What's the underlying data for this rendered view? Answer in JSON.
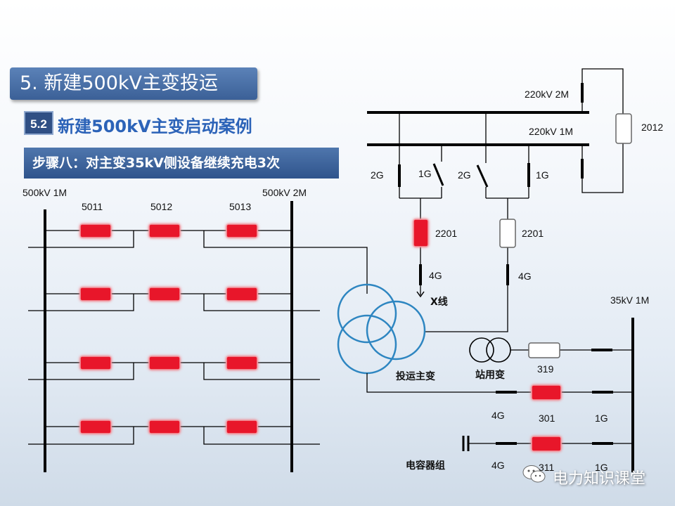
{
  "header": {
    "title": "5. 新建500kV主变投运",
    "section_number": "5.2",
    "section_title": "新建500kV主变启动案例",
    "step": "步骤八：对主变35kV侧设备继续充电3次"
  },
  "left_buses": {
    "bus1": "500kV 1M",
    "bus2": "500kV 2M",
    "breaker_cols": [
      "5011",
      "5012",
      "5013"
    ]
  },
  "upper": {
    "bus_2m": "220kV 2M",
    "bus_1m": "220kV 1M",
    "tie_breaker": "2012",
    "switch_2g_left": "2G",
    "switch_1g_left": "1G",
    "switch_2g_right": "2G",
    "switch_1g_right": "1G",
    "breaker_left": "2201",
    "breaker_right": "2201",
    "switch_4g_left": "4G",
    "switch_4g_right": "4G",
    "line_label": "X线"
  },
  "transformers": {
    "main": "投运主变",
    "station": "站用变"
  },
  "lower": {
    "bus_35kv": "35kV 1M",
    "breaker_319": "319",
    "switch_4g_a": "4G",
    "breaker_301": "301",
    "switch_1g_a": "1G",
    "capacitor": "电容器组",
    "switch_4g_b": "4G",
    "breaker_311": "311",
    "switch_1g_b": "1G"
  },
  "watermark": "电力知识课堂",
  "colors": {
    "breaker_closed": "#e8192c",
    "breaker_open": "#ffffff",
    "transformer": "#2e86c1",
    "line": "#000000"
  }
}
